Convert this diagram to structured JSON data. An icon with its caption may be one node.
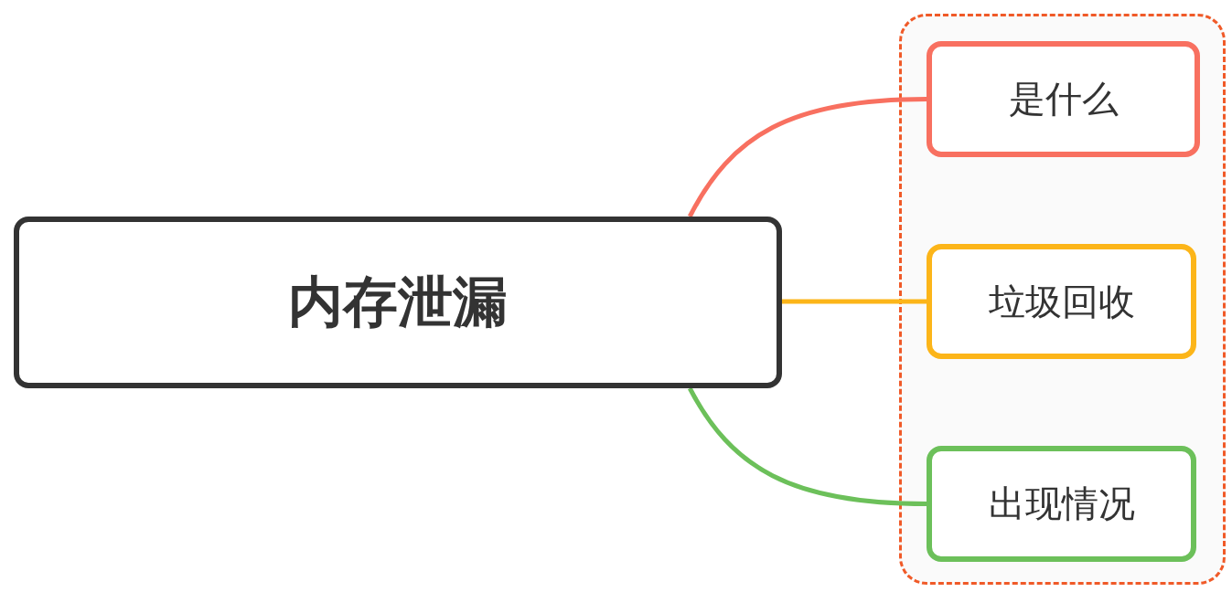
{
  "diagram": {
    "nodes": [
      {
        "text": [
          "内存泄漏"
        ]
      },
      {
        "text": [],
        "shape": "box"
      },
      {
        "text": [
          "是什么"
        ],
        "in": 1
      },
      {
        "text": [
          "垃圾回收"
        ],
        "in": 1
      },
      {
        "text": [
          "出现情况"
        ],
        "in": 1
      }
    ],
    "edges": [
      {
        "from": 0,
        "to": 2,
        "arrow": "none",
        "color": "#f87060"
      },
      {
        "from": 0,
        "to": 3,
        "arrow": "none",
        "color": "#fcb519"
      },
      {
        "from": 0,
        "to": 4,
        "arrow": "none",
        "color": "#6cc05a"
      }
    ]
  }
}
